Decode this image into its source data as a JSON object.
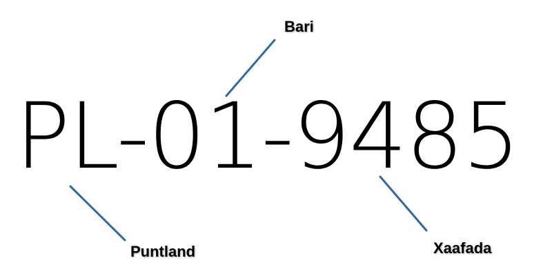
{
  "plate": {
    "text": "PL-01-9485"
  },
  "annotations": {
    "top": "Bari",
    "left": "Puntland",
    "right": "Xaafada"
  },
  "colors": {
    "connector": "#2f67a8",
    "text": "#000000",
    "background": "#ffffff"
  }
}
